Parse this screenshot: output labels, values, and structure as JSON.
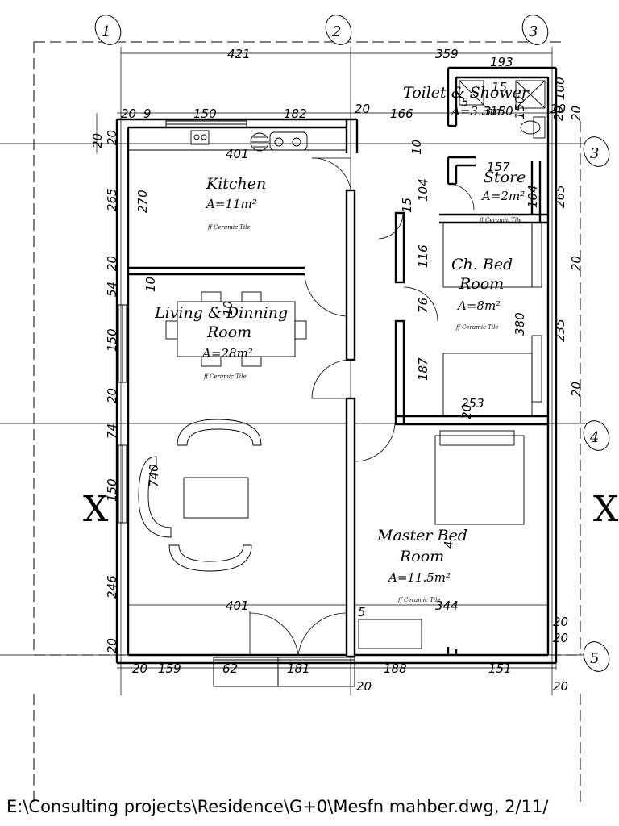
{
  "rooms": {
    "toilet": {
      "name": "Toilet & Shower",
      "area": "A=3.3m²"
    },
    "kitchen": {
      "name": "Kitchen",
      "area": "A=11m²",
      "finish": "ff Ceramic Tile"
    },
    "store": {
      "name": "Store",
      "area": "A=2m²",
      "finish": "ff Ceramic Tile"
    },
    "child_bed": {
      "name_1": "Ch. Bed",
      "name_2": "Room",
      "area": "A=8m²",
      "finish": "ff Ceramic Tile"
    },
    "living": {
      "name_1": "Living & Dinning",
      "name_2": "Room",
      "area": "A=28m²",
      "finish": "ff Ceramic Tile"
    },
    "master_bed": {
      "name_1": "Master Bed",
      "name_2": "Room",
      "area": "A=11.5m²",
      "finish": "ff Ceramic Tile"
    }
  },
  "grid_markers": {
    "g1": "1",
    "g2": "2",
    "g3": "3",
    "g3b": "3",
    "g4": "4",
    "g5": "5"
  },
  "section_marks": {
    "left": "X",
    "right": "X"
  },
  "dimensions": {
    "top_421": "421",
    "top_359": "359",
    "top_193": "193",
    "r_20a": "20",
    "r_9a": "9",
    "r_150": "150",
    "r_182": "182",
    "r_20b": "20",
    "r_166": "166",
    "r_150b": "150",
    "r_20c": "20",
    "r_100": "100",
    "r_20r": "20",
    "k_401": "401",
    "k_270": "270",
    "k_10": "10",
    "s_104a": "104",
    "s_10": "10",
    "s_157": "157",
    "s_104b": "104",
    "s_15": "15",
    "c_116": "116",
    "c_76": "76",
    "c_380": "380",
    "c_187": "187",
    "c_253": "253",
    "c_20": "20",
    "l_20a": "20",
    "l_20b": "20",
    "l_265": "265",
    "l_20c": "20",
    "l_54": "54",
    "l_150": "150",
    "l_20d": "20",
    "l_74": "74",
    "l_150b": "150",
    "l_246": "246",
    "l_20e": "20",
    "lv_10": "10",
    "lv_740": "740",
    "mb_4": "4",
    "rr_265": "265",
    "rr_20a": "20",
    "rr_235": "235",
    "rr_20b": "20",
    "b_401": "401",
    "b_5": "5",
    "b_344": "344",
    "b_20a": "20",
    "b_20b": "20",
    "bb_20": "20",
    "bb_159": "159",
    "bb_62": "62",
    "bb_181": "181",
    "bb_188": "188",
    "bb_151": "151",
    "bb_20b": "20",
    "bb_20c": "20",
    "t_5": "5",
    "t_3": "3",
    "t_15": "15",
    "t_150": "150",
    "t_20": "20"
  },
  "file_path": "E:\\Consulting projects\\Residence\\G+0\\Mesfn mahber.dwg, 2/11/"
}
